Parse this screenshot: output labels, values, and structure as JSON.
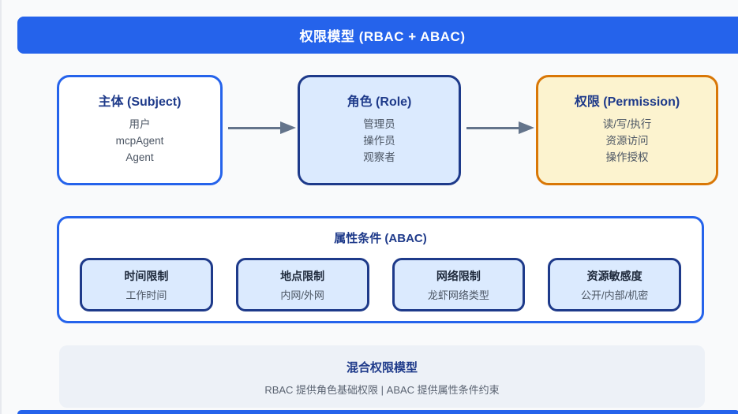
{
  "header": {
    "title": "权限模型 (RBAC + ABAC)"
  },
  "flow": {
    "boxes": [
      {
        "id": "subject",
        "title": "主体 (Subject)",
        "items": [
          "用户",
          "mcpAgent",
          "Agent"
        ]
      },
      {
        "id": "role",
        "title": "角色 (Role)",
        "items": [
          "管理员",
          "操作员",
          "观察者"
        ]
      },
      {
        "id": "permission",
        "title": "权限 (Permission)",
        "items": [
          "读/写/执行",
          "资源访问",
          "操作授权"
        ]
      }
    ]
  },
  "abac": {
    "title": "属性条件 (ABAC)",
    "conditions": [
      {
        "title": "时间限制",
        "subtitle": "工作时间"
      },
      {
        "title": "地点限制",
        "subtitle": "内网/外网"
      },
      {
        "title": "网络限制",
        "subtitle": "龙虾网络类型"
      },
      {
        "title": "资源敏感度",
        "subtitle": "公开/内部/机密"
      }
    ]
  },
  "summary": {
    "title": "混合权限模型",
    "description": "RBAC 提供角色基础权限 | ABAC 提供属性条件约束"
  },
  "colors": {
    "header_blue": "#2563eb",
    "navy_text": "#1e3a8a",
    "light_blue_fill": "#dbeafe",
    "navy_border": "#1e3a8a",
    "orange_border": "#d97706",
    "yellow_fill": "#fcf3cf",
    "gray_text": "#4b5563",
    "arrow_gray": "#64748b",
    "summary_bg": "#edf1f7"
  }
}
